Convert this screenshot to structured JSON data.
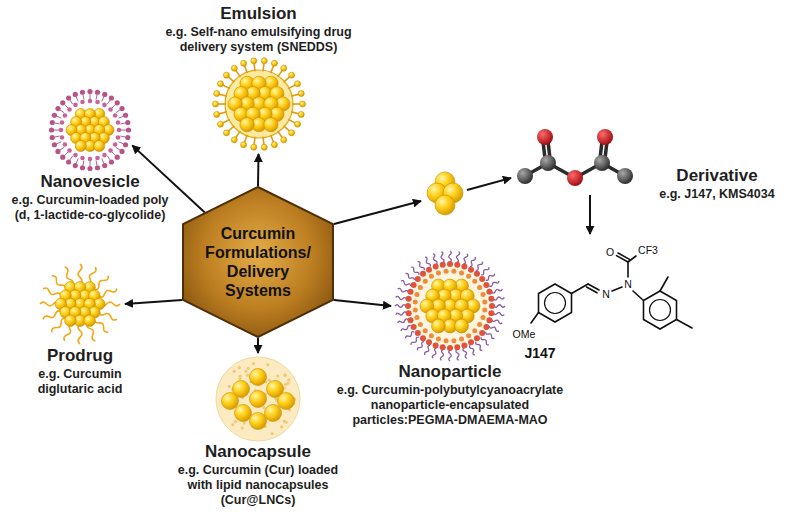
{
  "diagram": {
    "nodes": [
      {
        "text": [
          "Curcumin Formulations/ Delivery Systems"
        ]
      },
      {
        "text": [
          "Emulsion",
          "e.g. Self-nano emulsifying drug delivery system (SNEDDS)"
        ]
      },
      {
        "text": [
          "Nanovesicle",
          "e.g. Curcumin-loaded poly (d, 1-lactide-co-glycolide)"
        ]
      },
      {
        "text": [
          "Prodrug",
          "e.g. Curcumin diglutaric acid"
        ]
      },
      {
        "text": [
          "Nanocapsule",
          "e.g. Curcumin (Cur) loaded with lipid nanocapsules (Cur@LNCs)"
        ]
      },
      {
        "text": [
          "Nanoparticle",
          "e.g. Curcumin-polybutylcyanoacrylate nanoparticle-encapsulated particles:PEGMA-DMAEMA-MAO"
        ]
      },
      {
        "text": [
          "Derivative",
          "e.g. J147, KMS4034"
        ]
      }
    ],
    "edges": [
      {
        "from": 0,
        "to": 1,
        "arrow": "to"
      },
      {
        "from": 0,
        "to": 2,
        "arrow": "to"
      },
      {
        "from": 0,
        "to": 3,
        "arrow": "to"
      },
      {
        "from": 0,
        "to": 4,
        "arrow": "to"
      },
      {
        "from": 0,
        "to": 5,
        "arrow": "to"
      }
    ],
    "labels": [
      "O",
      "CF3",
      "N",
      "N",
      "OMe",
      "J147"
    ]
  }
}
